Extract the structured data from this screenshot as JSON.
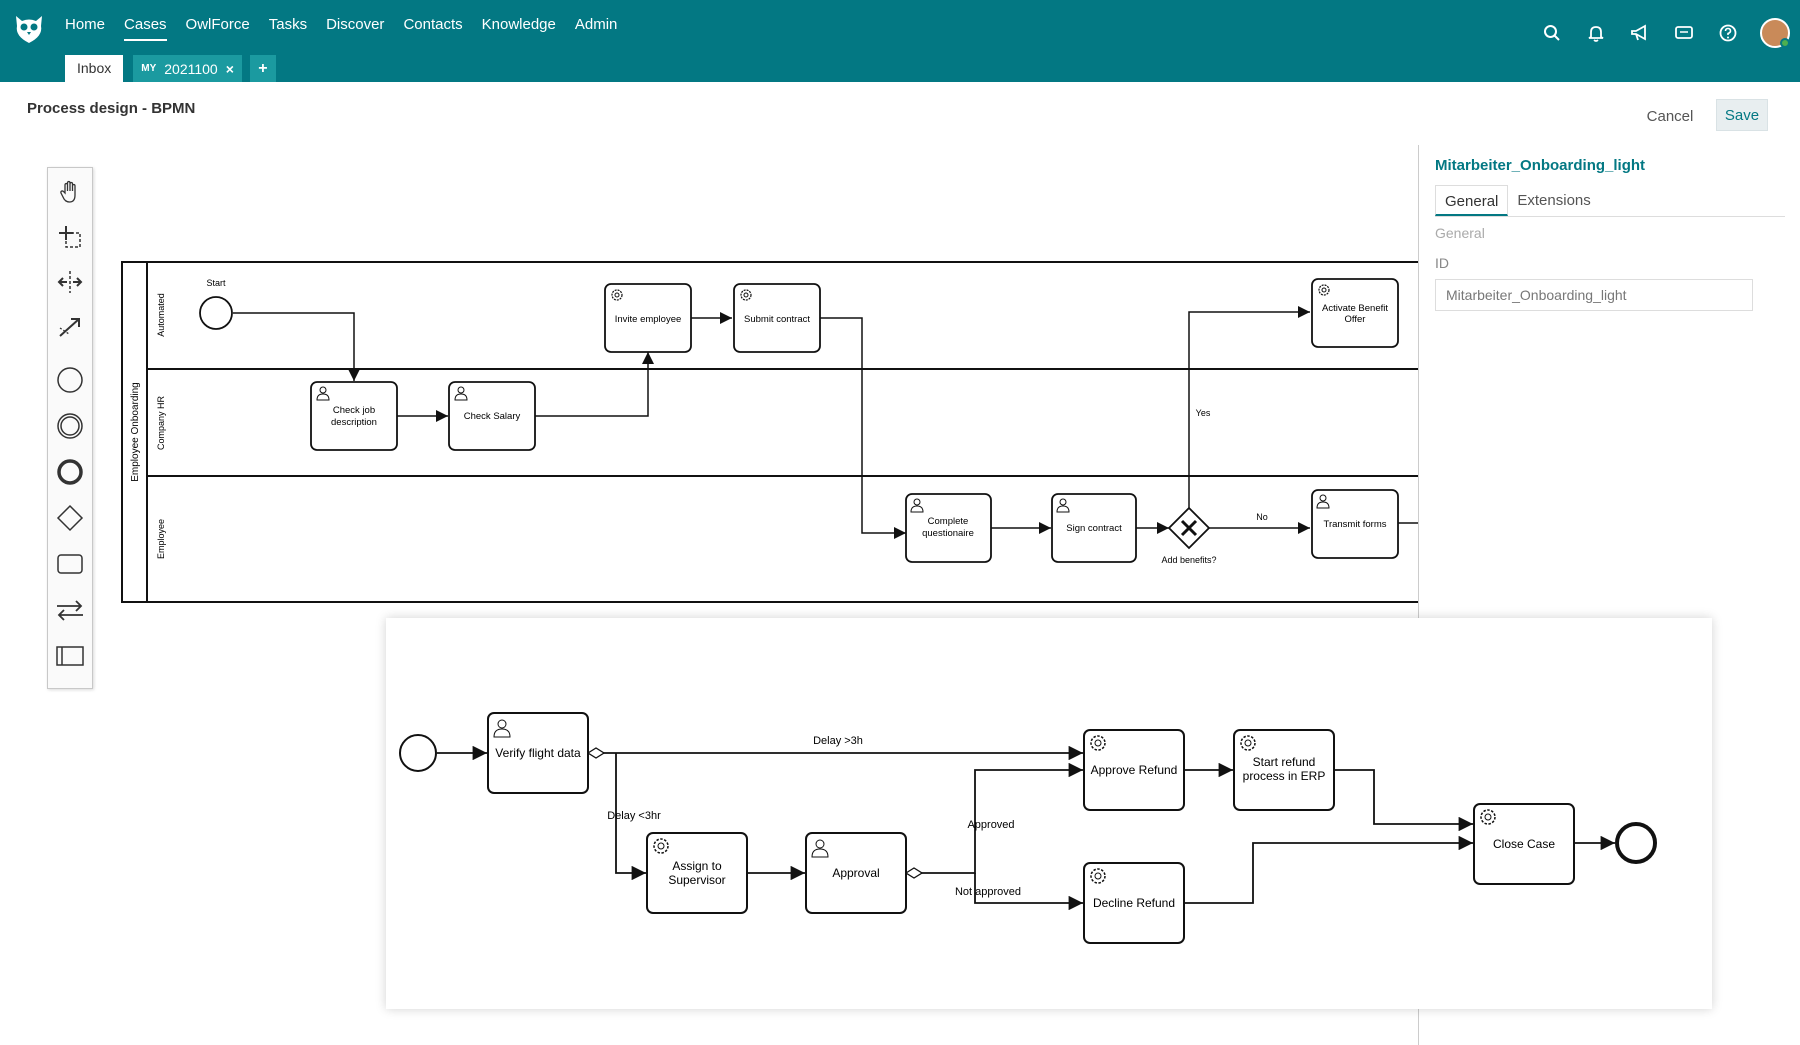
{
  "nav": {
    "items": [
      "Home",
      "Cases",
      "OwlForce",
      "Tasks",
      "Discover",
      "Contacts",
      "Knowledge",
      "Admin"
    ],
    "active": "Cases"
  },
  "tabs": {
    "inbox": "Inbox",
    "case_badge": "MY",
    "case_number": "2021100",
    "close_glyph": "×",
    "add_glyph": "+"
  },
  "header_icons": [
    "search-icon",
    "bell-icon",
    "megaphone-icon",
    "chat-icon",
    "help-icon"
  ],
  "page": {
    "title": "Process design - BPMN",
    "cancel_label": "Cancel",
    "save_label": "Save"
  },
  "palette_tools": [
    "hand-tool-icon",
    "lasso-tool-icon",
    "space-tool-icon",
    "connect-tool-icon",
    "start-event-icon",
    "intermediate-event-icon",
    "end-event-icon",
    "gateway-icon",
    "task-icon",
    "sequence-flow-icon",
    "pool-icon"
  ],
  "properties": {
    "title": "Mitarbeiter_Onboarding_light",
    "tab_general": "General",
    "tab_extensions": "Extensions",
    "section": "General",
    "id_label": "ID",
    "id_value": "Mitarbeiter_Onboarding_light"
  },
  "diagram": {
    "pool": "Employee Onboarding",
    "lanes": [
      "Automated",
      "Company HR",
      "Employee"
    ],
    "start_label": "Start",
    "tasks": {
      "invite": "Invite employee",
      "submit": "Submit contract",
      "activate_1": "Activate Benefit",
      "activate_2": "Offer",
      "check_job_1": "Check job",
      "check_job_2": "description",
      "check_salary": "Check Salary",
      "complete_1": "Complete",
      "complete_2": "questionaire",
      "sign": "Sign contract",
      "transmit": "Transmit forms"
    },
    "gateway_label": "Add benefits?",
    "flow_yes": "Yes",
    "flow_no": "No"
  },
  "overlay": {
    "verify": "Verify flight data",
    "assign_1": "Assign to",
    "assign_2": "Supervisor",
    "approval": "Approval",
    "approve_refund": "Approve Refund",
    "start_refund_1": "Start refund",
    "start_refund_2": "process in ERP",
    "decline_refund": "Decline Refund",
    "close_case": "Close Case",
    "delay_gt": "Delay >3h",
    "delay_lt": "Delay <3hr",
    "approved": "Approved",
    "not_approved": "Not approved"
  }
}
